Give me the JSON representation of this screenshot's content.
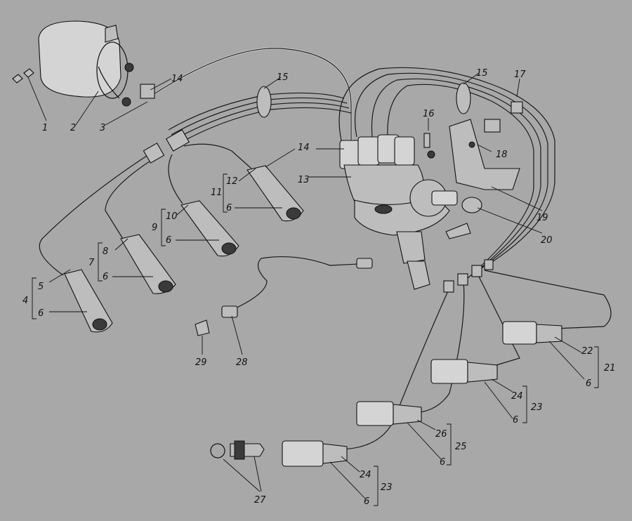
{
  "background_color": "#a8a8a8",
  "ink_color": "#111111",
  "callouts": {
    "c1": "1",
    "c2": "2",
    "c3": "3",
    "c4": "4",
    "c5": "5",
    "c6a": "6",
    "c6b": "6",
    "c6c": "6",
    "c6d": "6",
    "c6e": "6",
    "c6f": "6",
    "c6g": "6",
    "c6h": "6",
    "c7": "7",
    "c8": "8",
    "c9": "9",
    "c10": "10",
    "c11": "11",
    "c12": "12",
    "c13": "13",
    "c14a": "14",
    "c14b": "14",
    "c15a": "15",
    "c15b": "15",
    "c16": "16",
    "c17": "17",
    "c18": "18",
    "c19": "19",
    "c20": "20",
    "c21": "21",
    "c22": "22",
    "c23a": "23",
    "c23b": "23",
    "c24a": "24",
    "c24b": "24",
    "c25": "25",
    "c26": "26",
    "c27": "27",
    "c28": "28",
    "c29": "29"
  }
}
